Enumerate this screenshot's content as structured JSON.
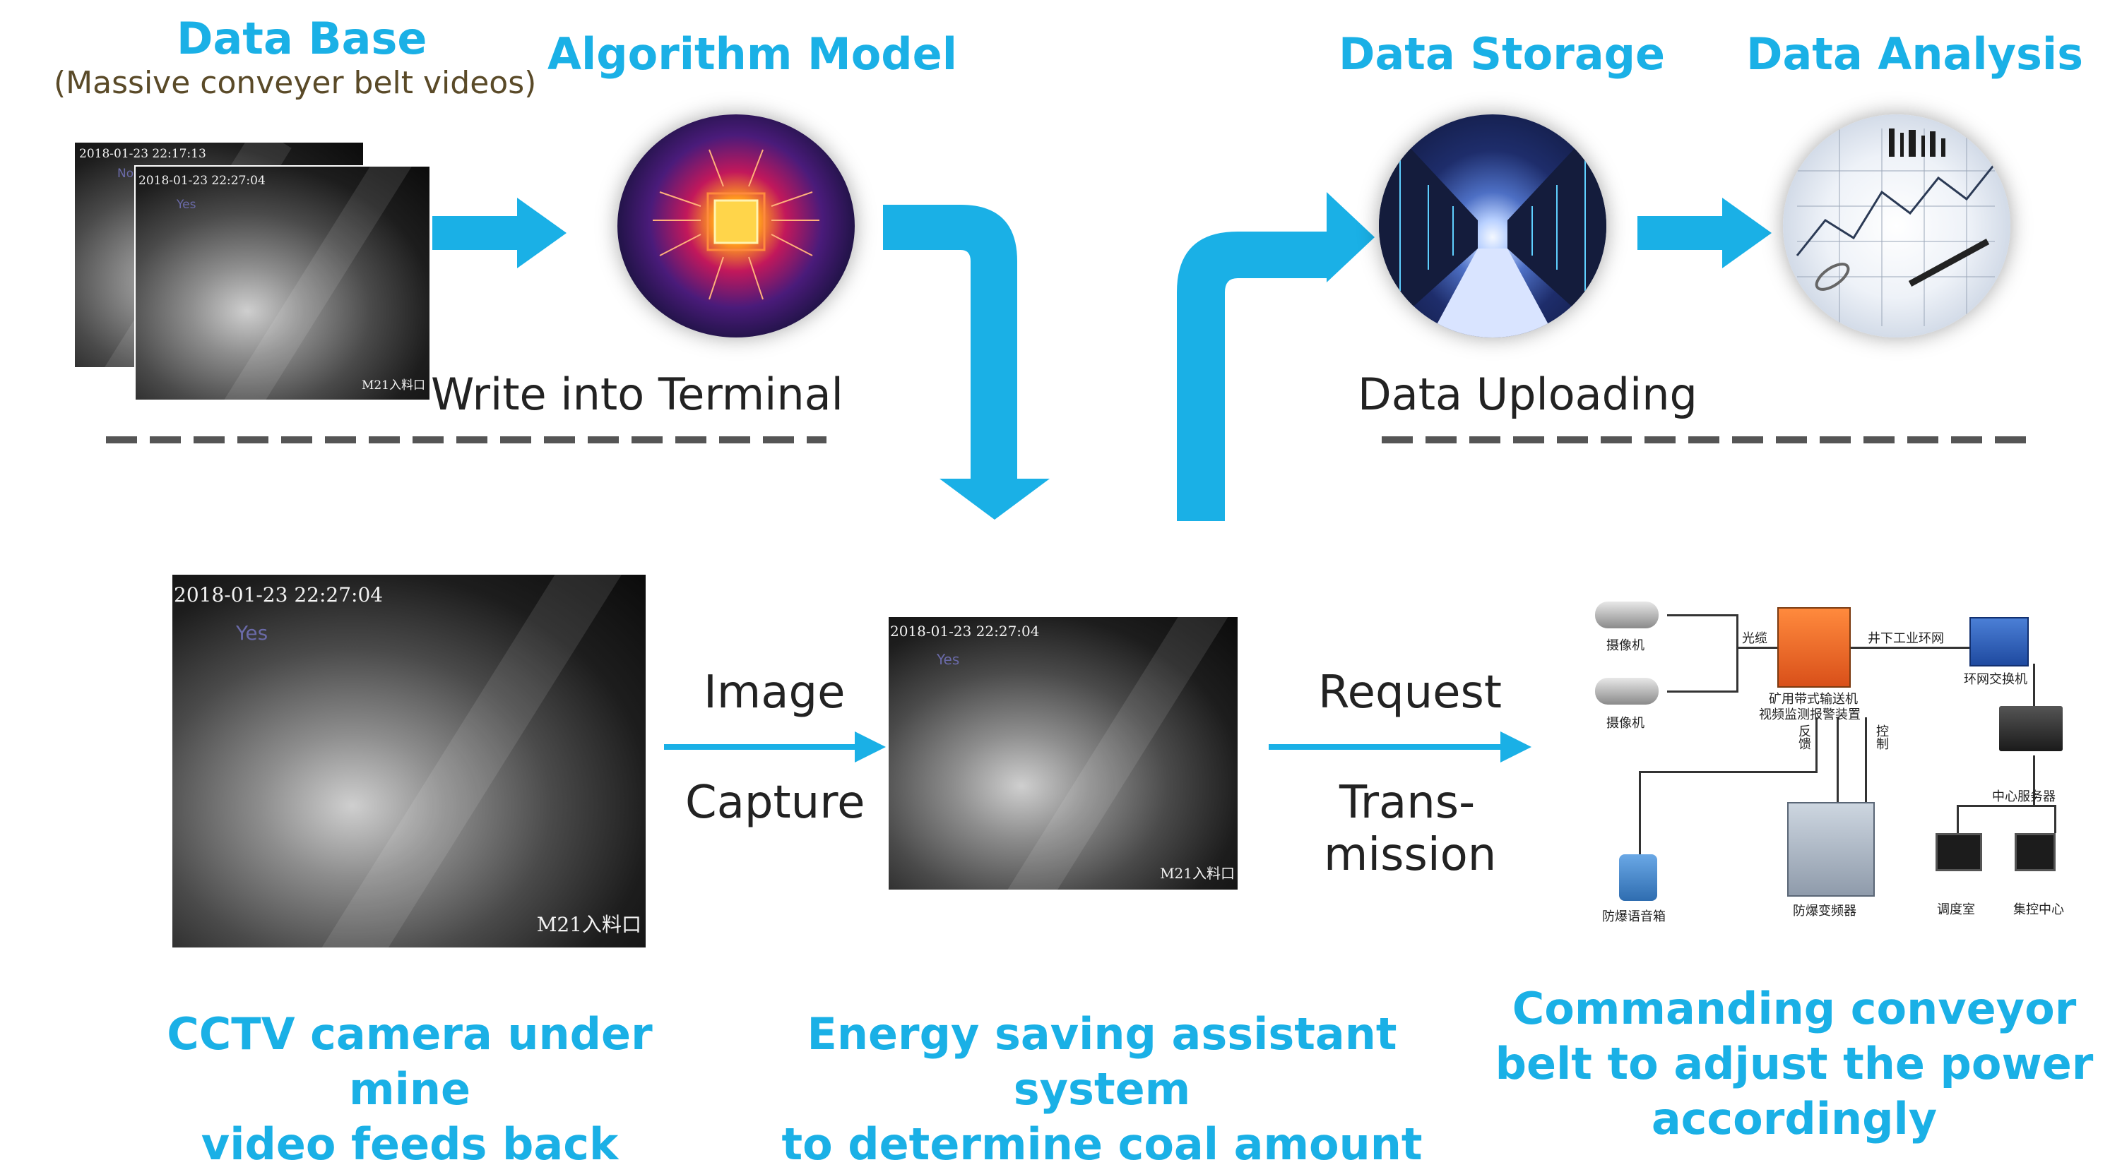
{
  "stages_top": {
    "data_base": {
      "title": "Data Base",
      "subtitle": "(Massive conveyer belt videos)"
    },
    "algorithm_model": {
      "title": "Algorithm Model"
    },
    "data_storage": {
      "title": "Data Storage"
    },
    "data_analysis": {
      "title": "Data Analysis"
    }
  },
  "labels": {
    "write_into_terminal": "Write into Terminal",
    "data_uploading": "Data Uploading",
    "image": "Image",
    "capture": "Capture",
    "request": "Request",
    "trans": "Trans-",
    "mission": "mission"
  },
  "frames": {
    "back_timestamp": "2018-01-23 22:17:13",
    "back_tag": "No",
    "front_timestamp": "2018-01-23 22:27:04",
    "tag": "Yes",
    "entrance": "M21入料口"
  },
  "captions": {
    "cctv_line1": "CCTV camera under mine",
    "cctv_line2": "video feeds back",
    "energy_line1": "Energy saving assistant system",
    "energy_line2": "to determine coal amount",
    "command_line1": "Commanding conveyor",
    "command_line2": "belt to adjust the power",
    "command_line3": "accordingly"
  },
  "network": {
    "camera1": "摄像机",
    "camera2": "摄像机",
    "fiber": "光缆",
    "ring": "井下工业环网",
    "device_line1": "矿用带式输送机",
    "device_line2": "视频监测报警装置",
    "switch": "环网交换机",
    "feedback": "反馈",
    "control": "控制",
    "server": "中心服务器",
    "speaker": "防爆语音箱",
    "inverter": "防爆变频器",
    "dispatch": "调度室",
    "central": "集控中心"
  },
  "colors": {
    "accent": "#1ab0e6",
    "dash": "#555555"
  }
}
